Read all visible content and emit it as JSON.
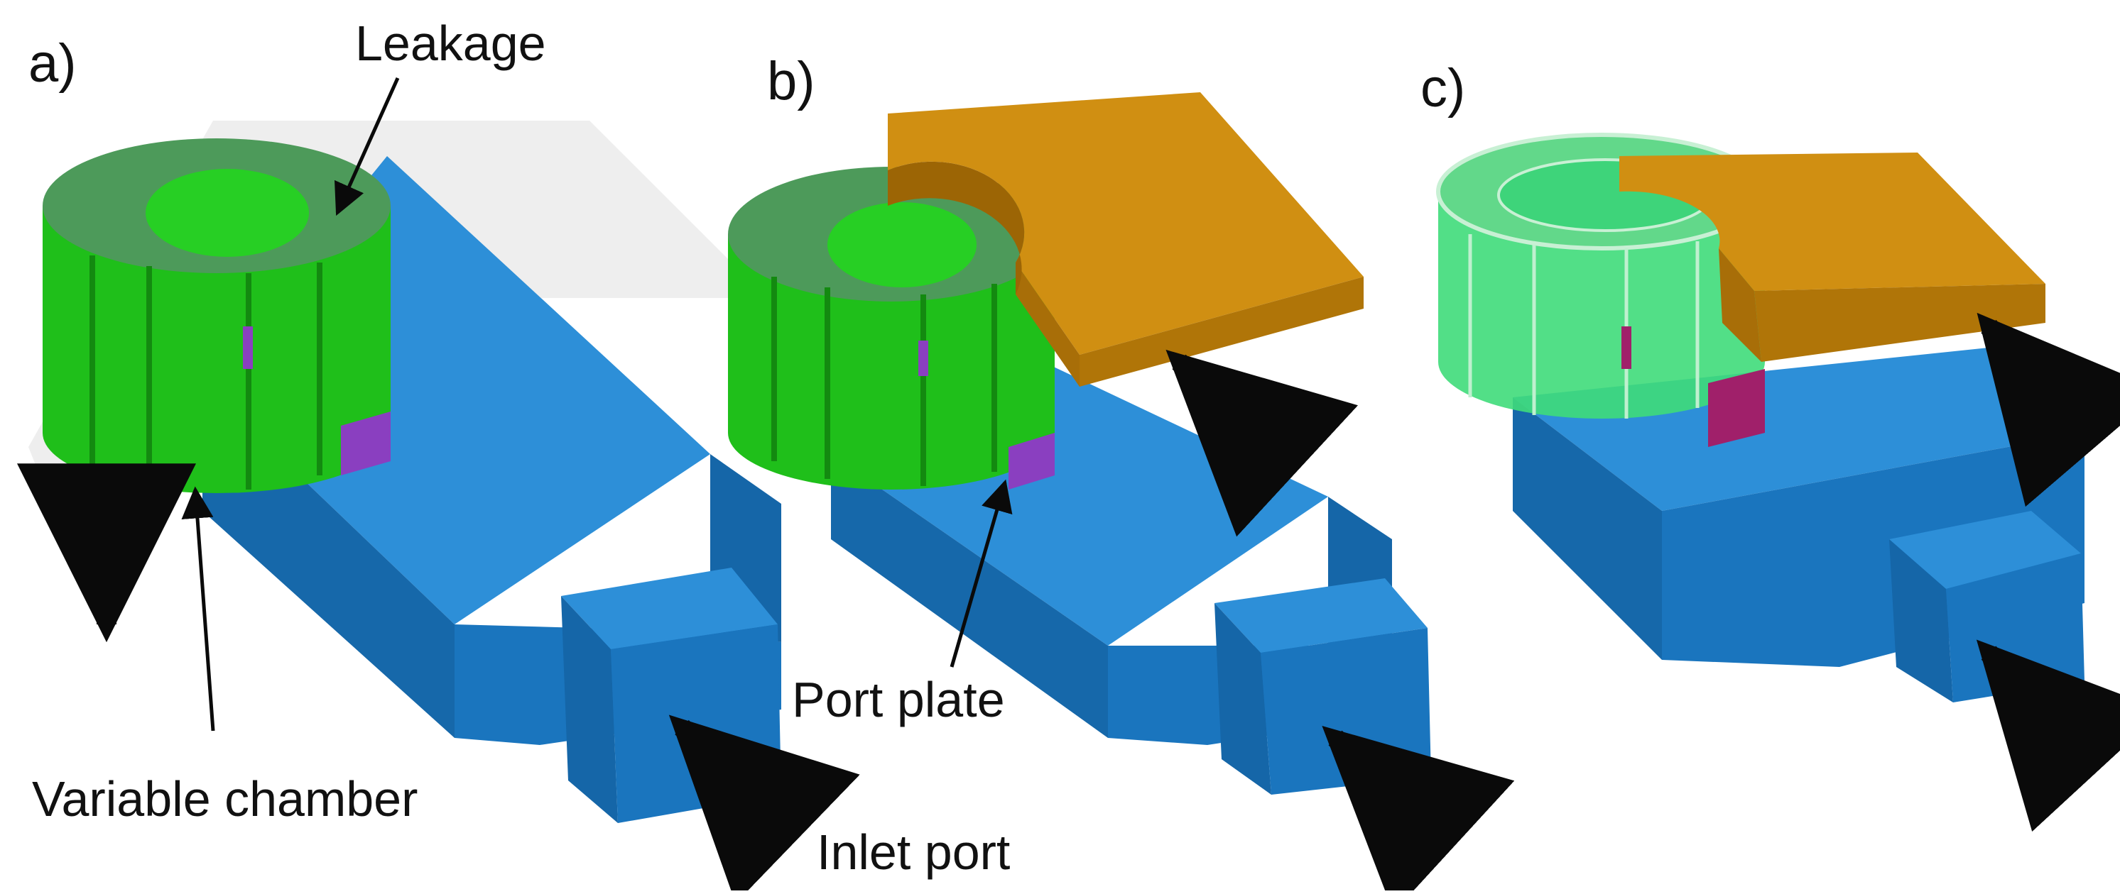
{
  "panels": [
    {
      "letter": "a)"
    },
    {
      "letter": "b)"
    },
    {
      "letter": "c)"
    }
  ],
  "labels": {
    "leakage": "Leakage",
    "variable_chamber": "Variable chamber",
    "port_plate": "Port plate",
    "inlet_port": "Inlet port"
  },
  "colors": {
    "channel_blue": "#1f7fc9",
    "chamber_green": "#22c41c",
    "port_plate_orange": "#c8870e",
    "leakage_purple": "#8a3fc0",
    "arrow": "#0a0a0a"
  }
}
